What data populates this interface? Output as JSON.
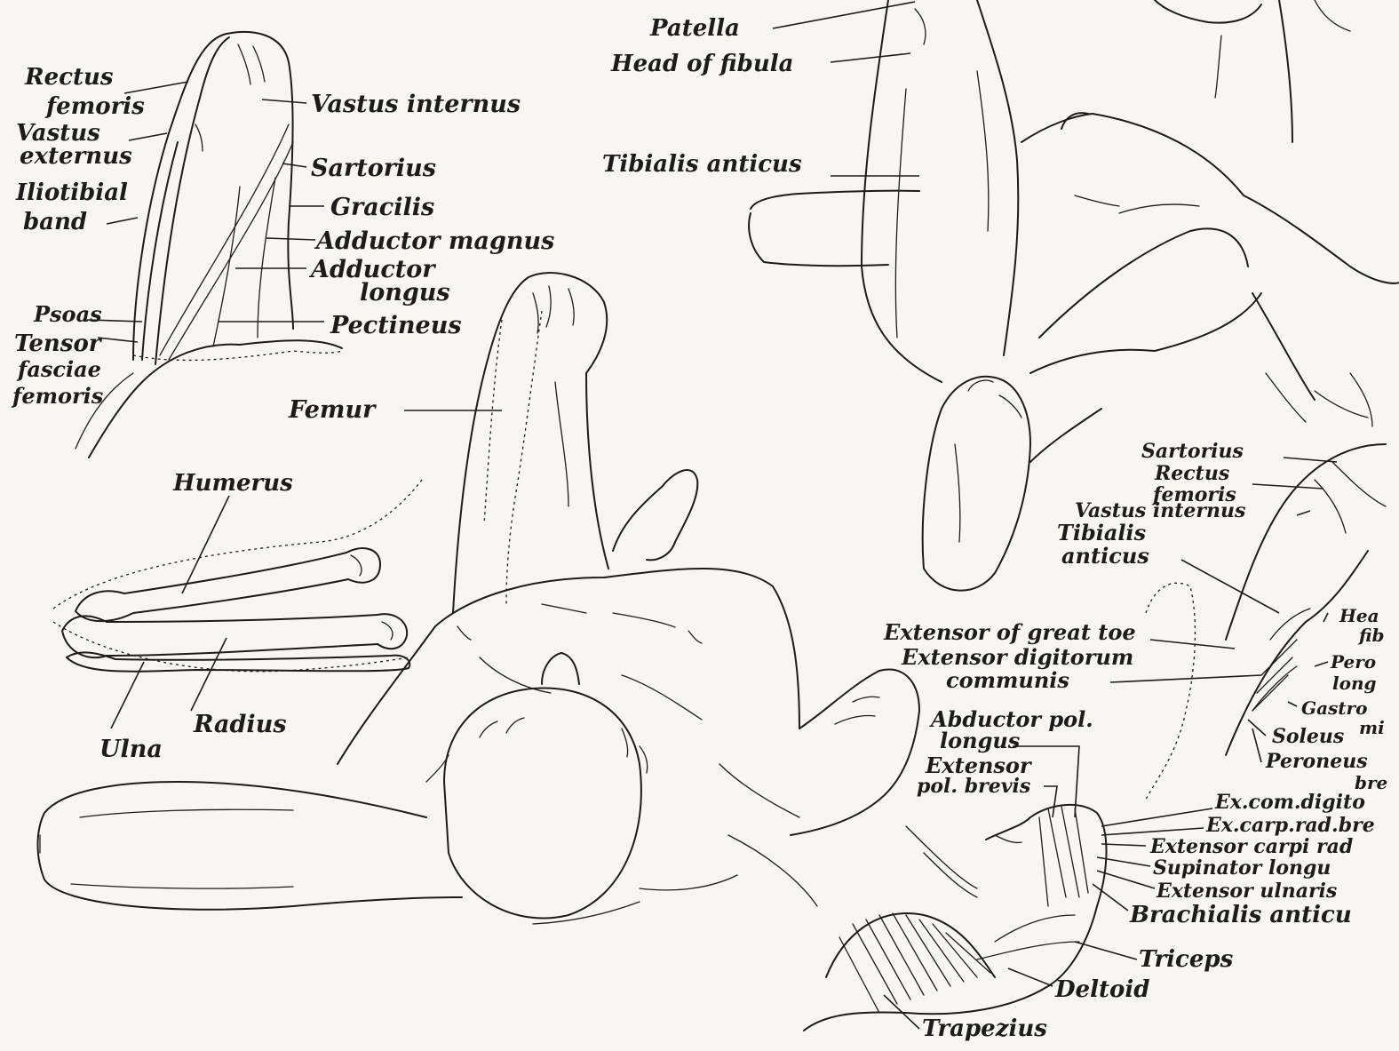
{
  "labels": {
    "rectus_femoris_a": "Rectus",
    "rectus_femoris_b": "femoris",
    "vastus_externus_a": "Vastus",
    "vastus_externus_b": "externus",
    "iliotibial_a": "Iliotibial",
    "iliotibial_b": "band",
    "psoas": "Psoas",
    "tensor_a": "Tensor",
    "tensor_b": "fasciae",
    "tensor_c": "femoris",
    "vastus_internus": "Vastus internus",
    "sartorius": "Sartorius",
    "gracilis": "Gracilis",
    "adductor_magnus": "Adductor magnus",
    "adductor_longus_a": "Adductor",
    "adductor_longus_b": "longus",
    "pectineus": "Pectineus",
    "femur": "Femur",
    "humerus": "Humerus",
    "radius": "Radius",
    "ulna": "Ulna",
    "patella": "Patella",
    "head_of_fibula": "Head of fibula",
    "tibialis_anticus_top": "Tibialis anticus",
    "r_sartorius": "Sartorius",
    "r_rectus_a": "Rectus",
    "r_rectus_b": "femoris",
    "r_vastus": "Vastus internus",
    "r_tibialis_a": "Tibialis",
    "r_tibialis_b": "anticus",
    "ext_great_toe": "Extensor of great toe",
    "ext_dig_a": "Extensor digitorum",
    "ext_dig_b": "communis",
    "abd_pol_a": "Abductor pol.",
    "abd_pol_b": "longus",
    "ext_pol_a": "Extensor",
    "ext_pol_b": "pol. brevis",
    "ex_com_digit": "Ex.com.digito",
    "ex_carp_rad": "Ex.carp.rad.bre",
    "ext_carpi_rad": "Extensor carpi rad",
    "supinator": "Supinator longu",
    "ext_ulnaris": "Extensor ulnaris",
    "brachialis": "Brachialis anticu",
    "triceps": "Triceps",
    "deltoid": "Deltoid",
    "trapezius": "Trapezius",
    "r_hea": "Hea",
    "r_fib": "fib",
    "r_pero": "Pero",
    "r_long": "long",
    "r_gastro": "Gastro",
    "r_mi": "mi",
    "soleus": "Soleus",
    "peroneus_a": "Peroneus",
    "peroneus_b": "bre"
  }
}
